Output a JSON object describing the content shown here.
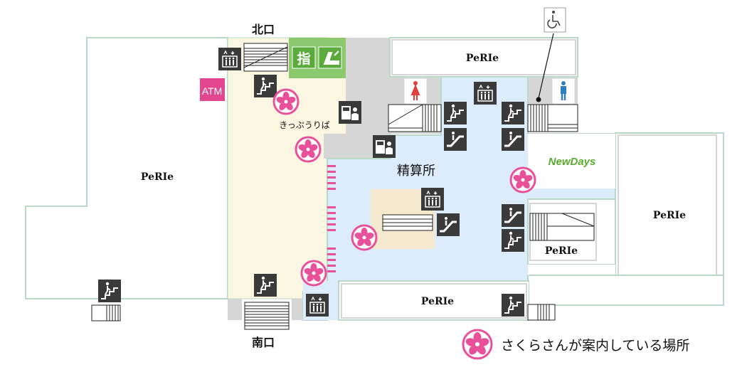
{
  "labels": {
    "north_exit": "北口",
    "south_exit": "南口",
    "fare_adjustment": "精算所",
    "ticket_sales": "きっぷうりば",
    "atm": "ATM",
    "reserved_seat": "指",
    "newdays": "NewDays",
    "perie": "PeRIe"
  },
  "legend": {
    "sakura_guide": "さくらさんが案内している場所"
  },
  "colors": {
    "gate_area": "#dcecfb",
    "concourse": "#fbf6e2",
    "reserved_office": "#8cc86d",
    "atm": "#e1468e",
    "sakura": "#e8519a",
    "gray_floor": "#d6d6d6",
    "icon_dark": "#3a3a3a",
    "wall": "#b8d8c8",
    "newdays_green": "#5aaa2c",
    "newdays_orange": "#f0a020"
  },
  "icons": {
    "elevator": "elevator-icon",
    "stairs": "stairs-icon",
    "escalator": "escalator-icon",
    "ticket_machine": "ticket-machine-icon",
    "toilet_female": "female-toilet-icon",
    "toilet_male": "male-toilet-icon",
    "wheelchair": "wheelchair-icon",
    "sakura": "sakura-flower-icon"
  }
}
